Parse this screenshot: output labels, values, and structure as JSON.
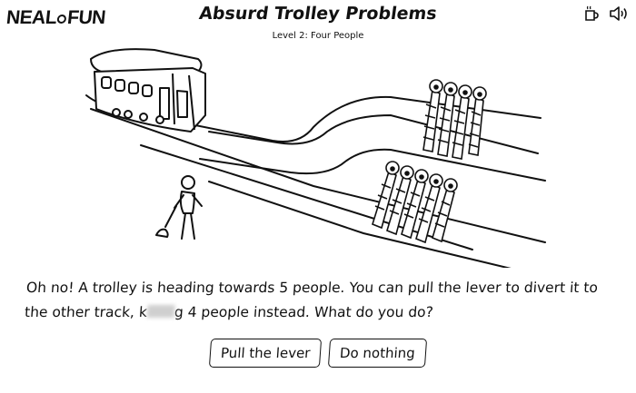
{
  "site": {
    "logo_left": "NEAL",
    "logo_right": "FUN"
  },
  "header": {
    "title": "Absurd Trolley Problems",
    "level": "Level 2: Four People",
    "icons": [
      "coffee-icon",
      "speaker-icon"
    ]
  },
  "question": {
    "text_before_blur": "Oh no! A trolley is heading towards 5 people. You can pull the lever to divert it to the other track, k",
    "text_after_blur": "g 4 people instead. What do you do?"
  },
  "choices": {
    "pull": "Pull the lever",
    "nothing": "Do nothing"
  }
}
